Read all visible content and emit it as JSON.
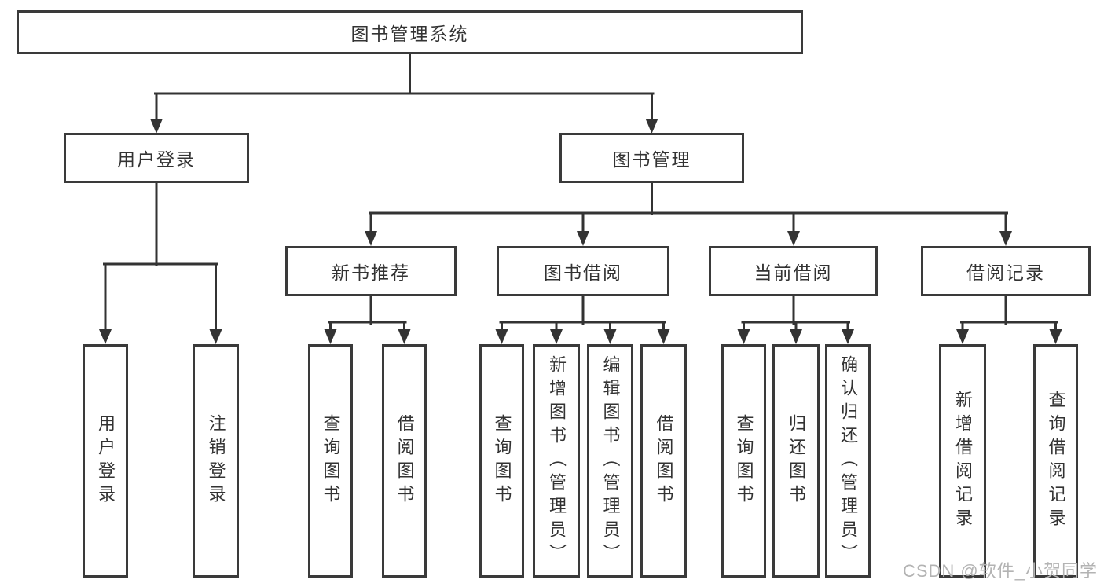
{
  "diagram": {
    "tree": {
      "label": "图书管理系统",
      "children": [
        {
          "label": "用户登录",
          "children": [
            {
              "label": "用户登录"
            },
            {
              "label": "注销登录"
            }
          ]
        },
        {
          "label": "图书管理",
          "children": [
            {
              "label": "新书推荐",
              "children": [
                {
                  "label": "查询图书"
                },
                {
                  "label": "借阅图书"
                }
              ]
            },
            {
              "label": "图书借阅",
              "children": [
                {
                  "label": "查询图书"
                },
                {
                  "label": "新增图书（管理员）"
                },
                {
                  "label": "编辑图书（管理员）"
                },
                {
                  "label": "借阅图书"
                }
              ]
            },
            {
              "label": "当前借阅",
              "children": [
                {
                  "label": "查询图书"
                },
                {
                  "label": "归还图书"
                },
                {
                  "label": "确认归还（管理员）"
                }
              ]
            },
            {
              "label": "借阅记录",
              "children": [
                {
                  "label": "新增借阅记录"
                },
                {
                  "label": "查询借阅记录"
                }
              ]
            }
          ]
        }
      ]
    },
    "colors": {
      "line": "#333333",
      "border": "#3a3a3a",
      "text": "#333333",
      "watermark": "#b3b3b3",
      "background": "#ffffff"
    }
  },
  "watermark": {
    "text": "CSDN @软件_小贺同学"
  }
}
